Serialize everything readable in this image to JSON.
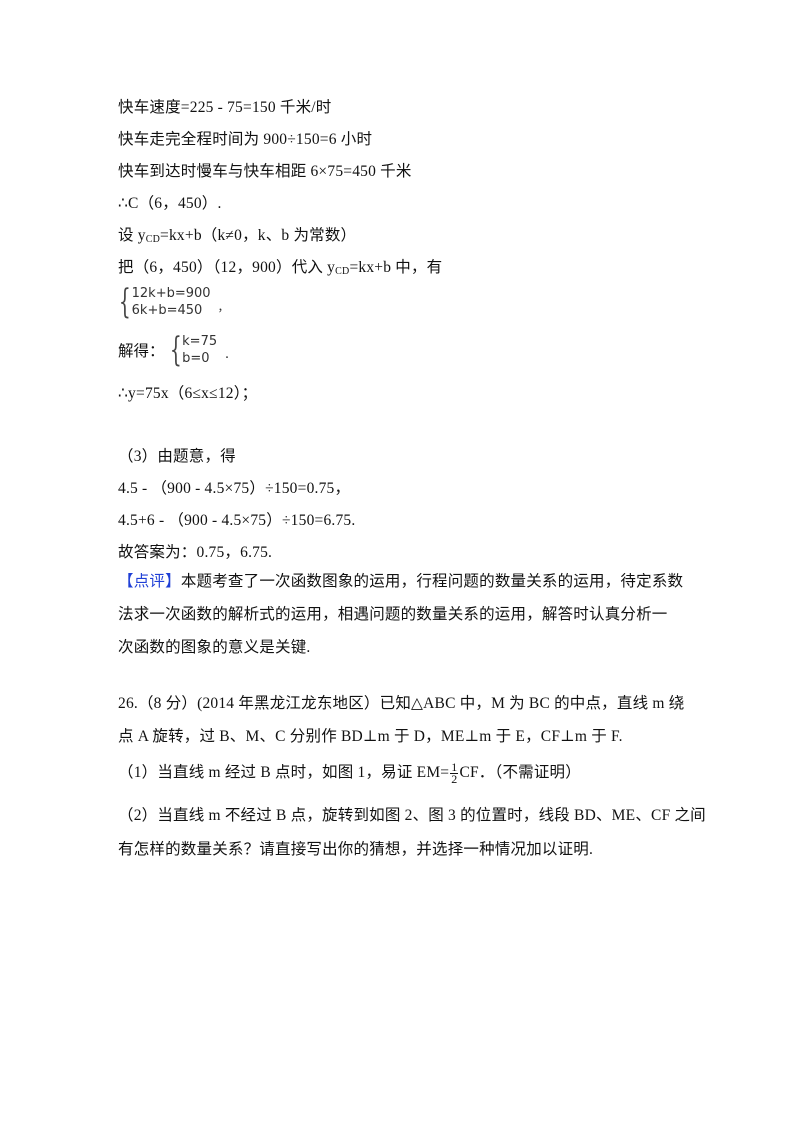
{
  "solution_part2": {
    "lines": [
      "快车速度=225 - 75=150 千米/时",
      "快车走完全程时间为 900÷150=6 小时",
      "快车到达时慢车与快车相距  6×75=450 千米",
      "∴C（6，450）."
    ],
    "assume": {
      "prefix": "设 y",
      "sub": "CD",
      "suffix": "=kx+b（k≠0，k、b 为常数）"
    },
    "substitute": {
      "prefix": "把（6，450）（12，900）代入 y",
      "sub": "CD",
      "suffix": "=kx+b 中，有"
    },
    "system": {
      "eq1": "12k+b=900",
      "eq2": "6k+b=450",
      "tail": ","
    },
    "solve": {
      "label": "解得：",
      "eq1": "k=75",
      "eq2": "b=0",
      "tail": "."
    },
    "result": "∴y=75x（6≤x≤12）；"
  },
  "solution_part3": {
    "heading": "（3）由题意，得",
    "lines": [
      "4.5 - （900 - 4.5×75）÷150=0.75，",
      "4.5+6 - （900 - 4.5×75）÷150=6.75.",
      "故答案为：0.75，6.75."
    ]
  },
  "comment": {
    "label": "【点评】",
    "label_color": "#1f3fd6",
    "lines": [
      "本题考查了一次函数图象的运用，行程问题的数量关系的运用，待定系数",
      "法求一次函数的解析式的运用，相遇问题的数量关系的运用，解答时认真分析一",
      "次函数的图象的意义是关键."
    ]
  },
  "question26": {
    "lines": [
      "26.（8 分）(2014 年黑龙江龙东地区）已知△ABC 中，M 为 BC 的中点，直线 m 绕",
      "点 A 旋转，过 B、M、C 分别作 BD⊥m 于 D，ME⊥m 于 E，CF⊥m 于 F."
    ],
    "part1": {
      "prefix": "（1）当直线 m 经过 B 点时，如图 1，易证 EM=",
      "frac_num": "1",
      "frac_den": "2",
      "suffix": "CF．（不需证明）"
    },
    "part2": [
      "（2）当直线 m 不经过 B 点，旋转到如图 2、图 3 的位置时，线段 BD、ME、CF 之间",
      "有怎样的数量关系？请直接写出你的猜想，并选择一种情况加以证明."
    ]
  }
}
